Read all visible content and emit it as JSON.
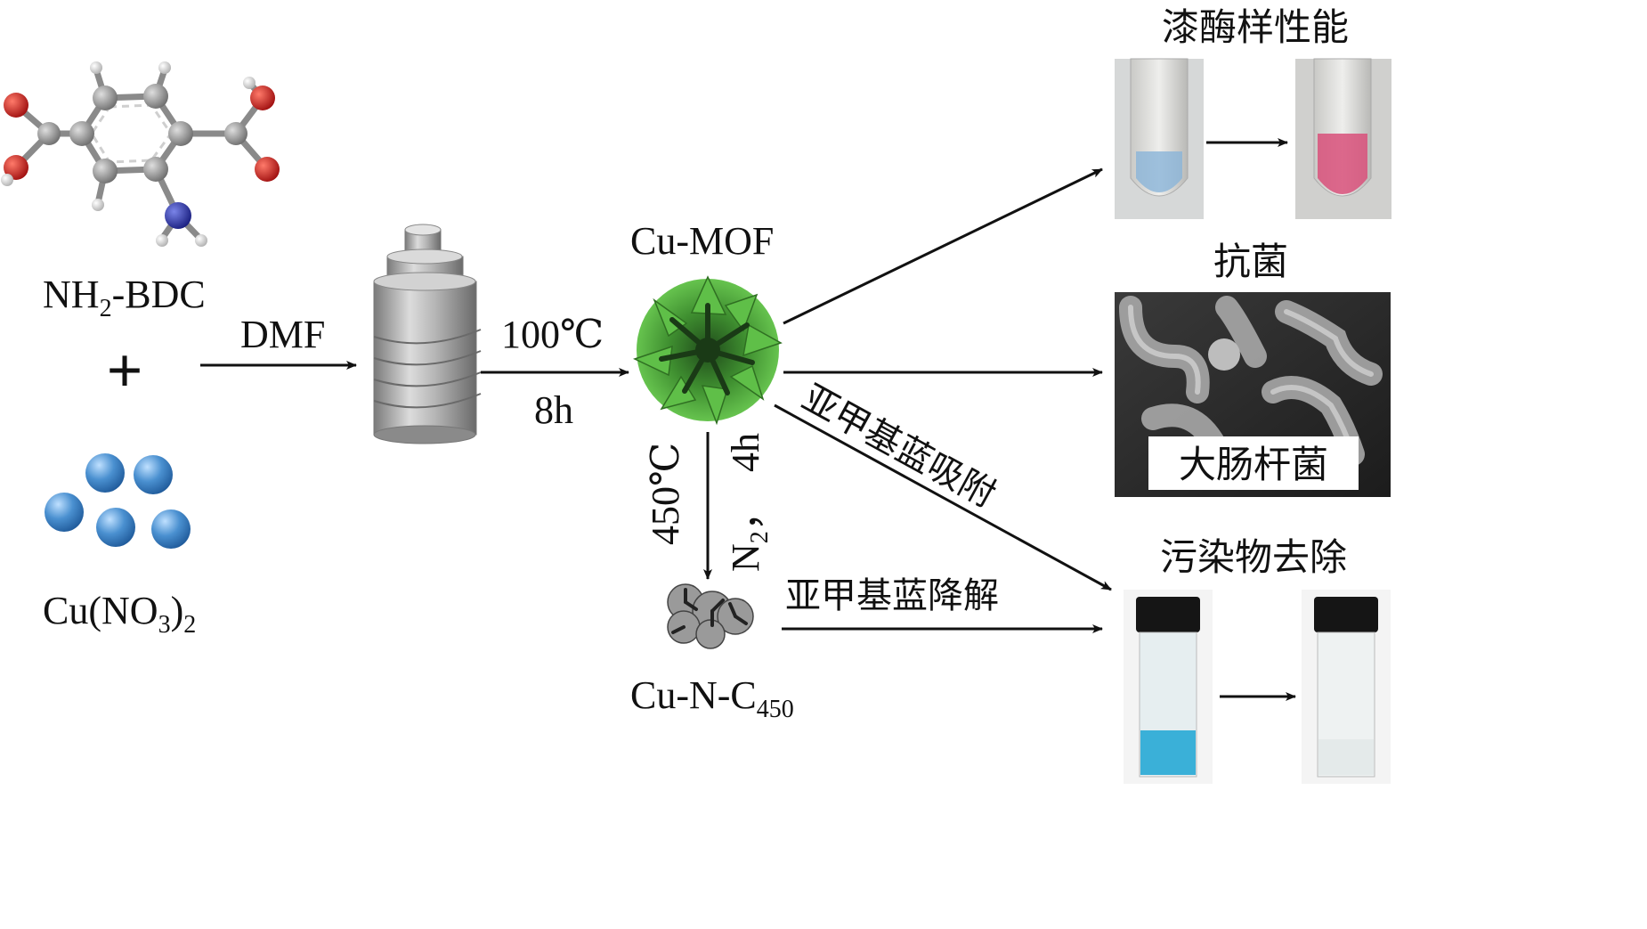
{
  "reactants": {
    "ligand_label": "NH",
    "ligand_sub": "2",
    "ligand_rest": "-BDC",
    "plus": "+",
    "metal_label_a": "Cu(NO",
    "metal_sub_a": "3",
    "metal_label_b": ")",
    "metal_sub_b": "2"
  },
  "steps": {
    "solvent": "DMF",
    "temp1": "100℃",
    "time1": "8h",
    "temp2": "450℃",
    "time2": "4h",
    "gas": "N",
    "gas_sub": "2",
    "gas_comma": "，"
  },
  "products": {
    "mof": "Cu-MOF",
    "carbon": "Cu-N-C",
    "carbon_sub": "450"
  },
  "applications": {
    "laccase": "漆酶样性能",
    "antibacterial": "抗菌",
    "ecoli": "大肠杆菌",
    "pollutant": "污染物去除",
    "adsorption": "亚甲基蓝吸附",
    "degradation": "亚甲基蓝降解"
  },
  "colors": {
    "oxygen": "#c8201a",
    "carbon_atom": "#9a9a9a",
    "hydrogen": "#e8e8e8",
    "nitrogen": "#2a33a0",
    "copper": "#3f86c8",
    "mof": "#4aa33a",
    "blue_solution": "#3ab0d8",
    "pink_solution": "#d8507a"
  }
}
